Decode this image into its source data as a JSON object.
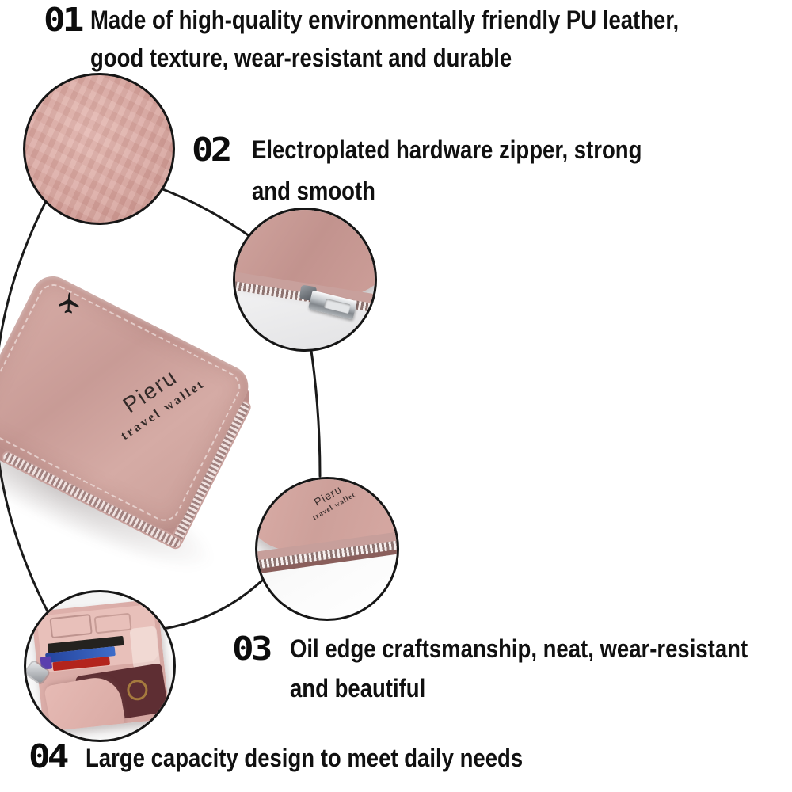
{
  "brand": {
    "name": "Pieru",
    "tagline": "travel wallet"
  },
  "features": [
    {
      "number": "01",
      "lines": [
        "Made of high-quality environmentally friendly PU leather,",
        "good texture, wear-resistant and durable"
      ]
    },
    {
      "number": "02",
      "lines": [
        "Electroplated hardware zipper, strong",
        "and smooth"
      ]
    },
    {
      "number": "03",
      "lines": [
        "Oil edge craftsmanship, neat, wear-resistant",
        "and beautiful"
      ]
    },
    {
      "number": "04",
      "lines": [
        "Large capacity design to meet daily needs"
      ]
    }
  ],
  "callouts": [
    {
      "id": "leather-texture",
      "label": "PU leather texture close-up"
    },
    {
      "id": "zipper-hardware",
      "label": "electroplated zipper pull close-up"
    },
    {
      "id": "oil-edge",
      "label": "oil edge corner close-up"
    },
    {
      "id": "open-interior",
      "label": "open wallet interior with card slots and passport"
    }
  ],
  "icons": {
    "airplane": "airplane-silhouette"
  },
  "colors": {
    "background": "#ffffff",
    "text": "#101010",
    "outline_black": "#161616",
    "leather_pink": "#cfa19b",
    "leather_pink_light": "#e0b2ab",
    "interior_pink": "#e3b8b3",
    "zipper_tape_pink": "#c9a19d",
    "metal_silver": "#b9bdc1",
    "passport_maroon": "#5e2e33",
    "card_black": "#24221f",
    "card_blue": "#2f55a8",
    "card_red": "#b3241d"
  }
}
